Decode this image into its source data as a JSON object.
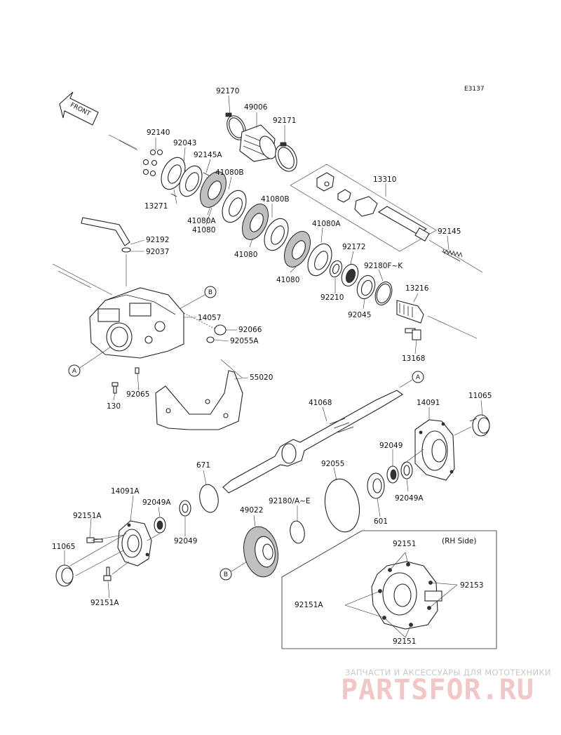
{
  "diagram_code": "E3137",
  "front_label": "FRONT",
  "rh_side_label": "(RH Side)",
  "ref_markers": {
    "a": "A",
    "b": "B"
  },
  "part_labels": {
    "p92170": "92170",
    "p49006": "49006",
    "p92171": "92171",
    "p92140": "92140",
    "p92043": "92043",
    "p92145A": "92145A",
    "p41080B_1": "41080B",
    "p41080B_2": "41080B",
    "p13271": "13271",
    "p41080A_1": "41080A",
    "p41080_1": "41080",
    "p41080_2": "41080",
    "p41080_3": "41080",
    "p41080A_2": "41080A",
    "p13310": "13310",
    "p92145": "92145",
    "p92172": "92172",
    "p92180FK": "92180F~K",
    "p92210": "92210",
    "p92045": "92045",
    "p13216": "13216",
    "p13168": "13168",
    "p92192": "92192",
    "p92037": "92037",
    "p14057": "14057",
    "p92066": "92066",
    "p92055A": "92055A",
    "p92065": "92065",
    "p130": "130",
    "p55020": "55020",
    "p41068": "41068",
    "p14091": "14091",
    "p11065_r": "11065",
    "p92049_r": "92049",
    "p92049A_r": "92049A",
    "p601": "601",
    "p92055": "92055",
    "p671": "671",
    "p92180AE": "92180/A~E",
    "p49022": "49022",
    "p14091A": "14091A",
    "p92049A_l": "92049A",
    "p92049_l": "92049",
    "p92151A_1": "92151A",
    "p11065_l": "11065",
    "p92151A_2": "92151A",
    "p92151_top": "92151",
    "p92153": "92153",
    "p92151A_3": "92151A",
    "p92151_bot": "92151"
  },
  "watermark": {
    "tagline": "ЗАПЧАСТИ И АКСЕССУАРЫ ДЛЯ МОТОТЕХНИКИ",
    "brand": "PARTSFOR.RU",
    "color": "#e8a8a8"
  }
}
